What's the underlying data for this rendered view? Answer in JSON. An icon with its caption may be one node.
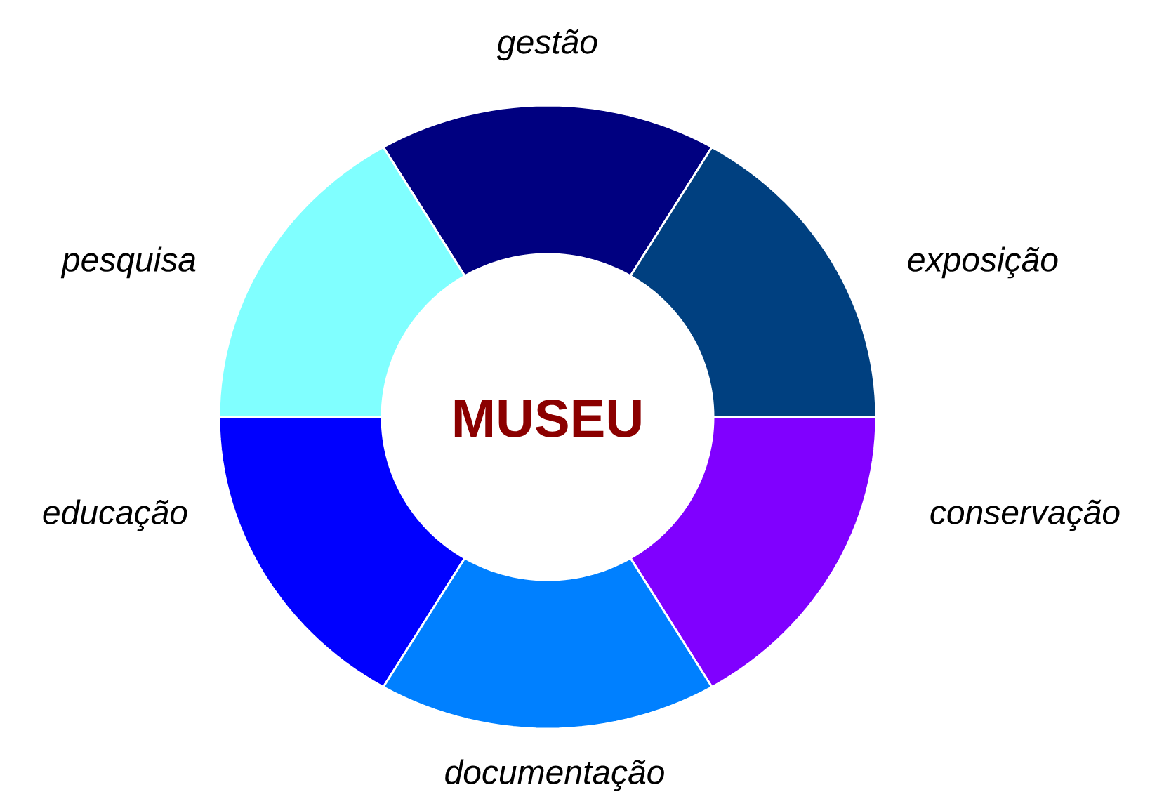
{
  "diagram": {
    "nodes": [
      {
        "text": [
          "gestão"
        ]
      },
      {
        "text": [
          "pesquisa"
        ]
      },
      {
        "text": [
          "exposição"
        ]
      },
      {
        "text": [
          "MUSEU"
        ]
      },
      {
        "text": [
          "educação"
        ]
      },
      {
        "text": [
          "conservação"
        ]
      },
      {
        "text": [
          "documentação"
        ]
      }
    ]
  }
}
